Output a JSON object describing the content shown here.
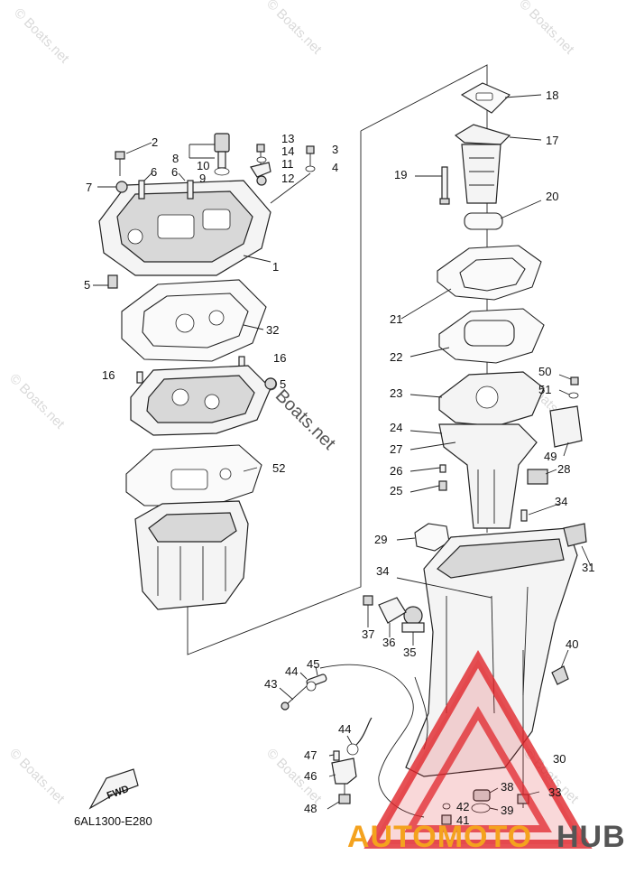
{
  "diagram": {
    "code": "6AL1300-E280",
    "fwd_label": "FWD",
    "watermark": "© Boats.net",
    "brand": {
      "part1": "AUTOMOTO",
      "part2": "HUB"
    },
    "callouts": [
      {
        "id": "c1",
        "text": "1"
      },
      {
        "id": "c2",
        "text": "2"
      },
      {
        "id": "c3",
        "text": "3"
      },
      {
        "id": "c4",
        "text": "4"
      },
      {
        "id": "c5a",
        "text": "5"
      },
      {
        "id": "c5b",
        "text": "5"
      },
      {
        "id": "c6a",
        "text": "6"
      },
      {
        "id": "c6b",
        "text": "6"
      },
      {
        "id": "c7",
        "text": "7"
      },
      {
        "id": "c8",
        "text": "8"
      },
      {
        "id": "c9",
        "text": "9"
      },
      {
        "id": "c10",
        "text": "10"
      },
      {
        "id": "c11",
        "text": "11"
      },
      {
        "id": "c12",
        "text": "12"
      },
      {
        "id": "c13",
        "text": "13"
      },
      {
        "id": "c14",
        "text": "14"
      },
      {
        "id": "c16a",
        "text": "16"
      },
      {
        "id": "c16b",
        "text": "16"
      },
      {
        "id": "c17",
        "text": "17"
      },
      {
        "id": "c18",
        "text": "18"
      },
      {
        "id": "c19",
        "text": "19"
      },
      {
        "id": "c20",
        "text": "20"
      },
      {
        "id": "c21",
        "text": "21"
      },
      {
        "id": "c22",
        "text": "22"
      },
      {
        "id": "c23",
        "text": "23"
      },
      {
        "id": "c24",
        "text": "24"
      },
      {
        "id": "c25",
        "text": "25"
      },
      {
        "id": "c26",
        "text": "26"
      },
      {
        "id": "c27",
        "text": "27"
      },
      {
        "id": "c28",
        "text": "28"
      },
      {
        "id": "c29",
        "text": "29"
      },
      {
        "id": "c30",
        "text": "30"
      },
      {
        "id": "c31",
        "text": "31"
      },
      {
        "id": "c32",
        "text": "32"
      },
      {
        "id": "c33",
        "text": "33"
      },
      {
        "id": "c34a",
        "text": "34"
      },
      {
        "id": "c34b",
        "text": "34"
      },
      {
        "id": "c35",
        "text": "35"
      },
      {
        "id": "c36",
        "text": "36"
      },
      {
        "id": "c37",
        "text": "37"
      },
      {
        "id": "c38",
        "text": "38"
      },
      {
        "id": "c39",
        "text": "39"
      },
      {
        "id": "c40",
        "text": "40"
      },
      {
        "id": "c41",
        "text": "41"
      },
      {
        "id": "c42",
        "text": "42"
      },
      {
        "id": "c43",
        "text": "43"
      },
      {
        "id": "c44a",
        "text": "44"
      },
      {
        "id": "c44b",
        "text": "44"
      },
      {
        "id": "c45",
        "text": "45"
      },
      {
        "id": "c46",
        "text": "46"
      },
      {
        "id": "c47",
        "text": "47"
      },
      {
        "id": "c48",
        "text": "48"
      },
      {
        "id": "c49",
        "text": "49"
      },
      {
        "id": "c50",
        "text": "50"
      },
      {
        "id": "c51",
        "text": "51"
      },
      {
        "id": "c52",
        "text": "52"
      }
    ]
  },
  "colors": {
    "accent_red": "#e0262b",
    "brand_orange": "#f4a21e",
    "brand_gray": "#555555"
  }
}
